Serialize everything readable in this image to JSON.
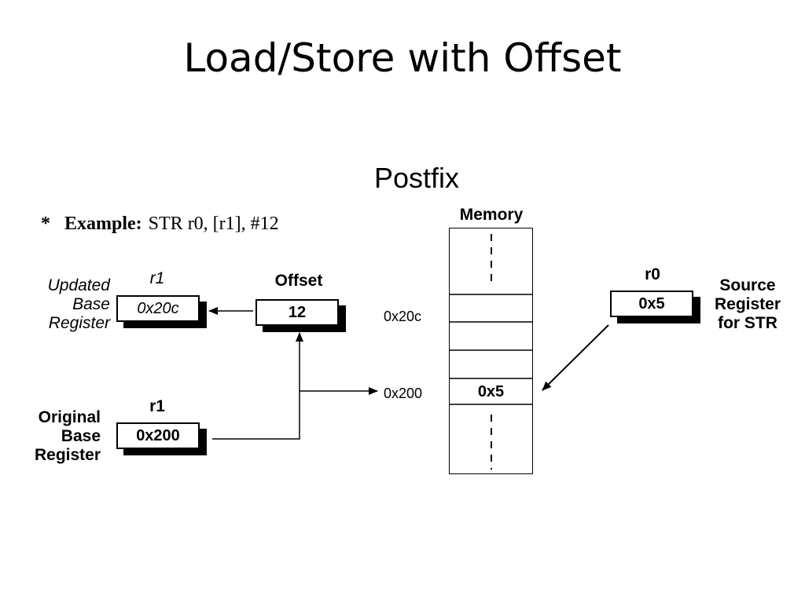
{
  "title": "Load/Store with Offset",
  "subtitle": "Postfix",
  "example": {
    "bullet": "*",
    "label": "Example:",
    "code": "STR r0, [r1], #12"
  },
  "updated_base": {
    "label_lines": [
      "Updated",
      "Base",
      "Register"
    ],
    "reg_name": "r1",
    "value": "0x20c"
  },
  "offset": {
    "label": "Offset",
    "value": "12"
  },
  "original_base": {
    "label_lines": [
      "Original",
      "Base",
      "Register"
    ],
    "reg_name": "r1",
    "value": "0x200"
  },
  "memory": {
    "label": "Memory",
    "addr_high": "0x20c",
    "addr_low": "0x200",
    "stored_value": "0x5"
  },
  "source": {
    "reg_name": "r0",
    "value": "0x5",
    "label_lines": [
      "Source",
      "Register",
      "for STR"
    ]
  }
}
